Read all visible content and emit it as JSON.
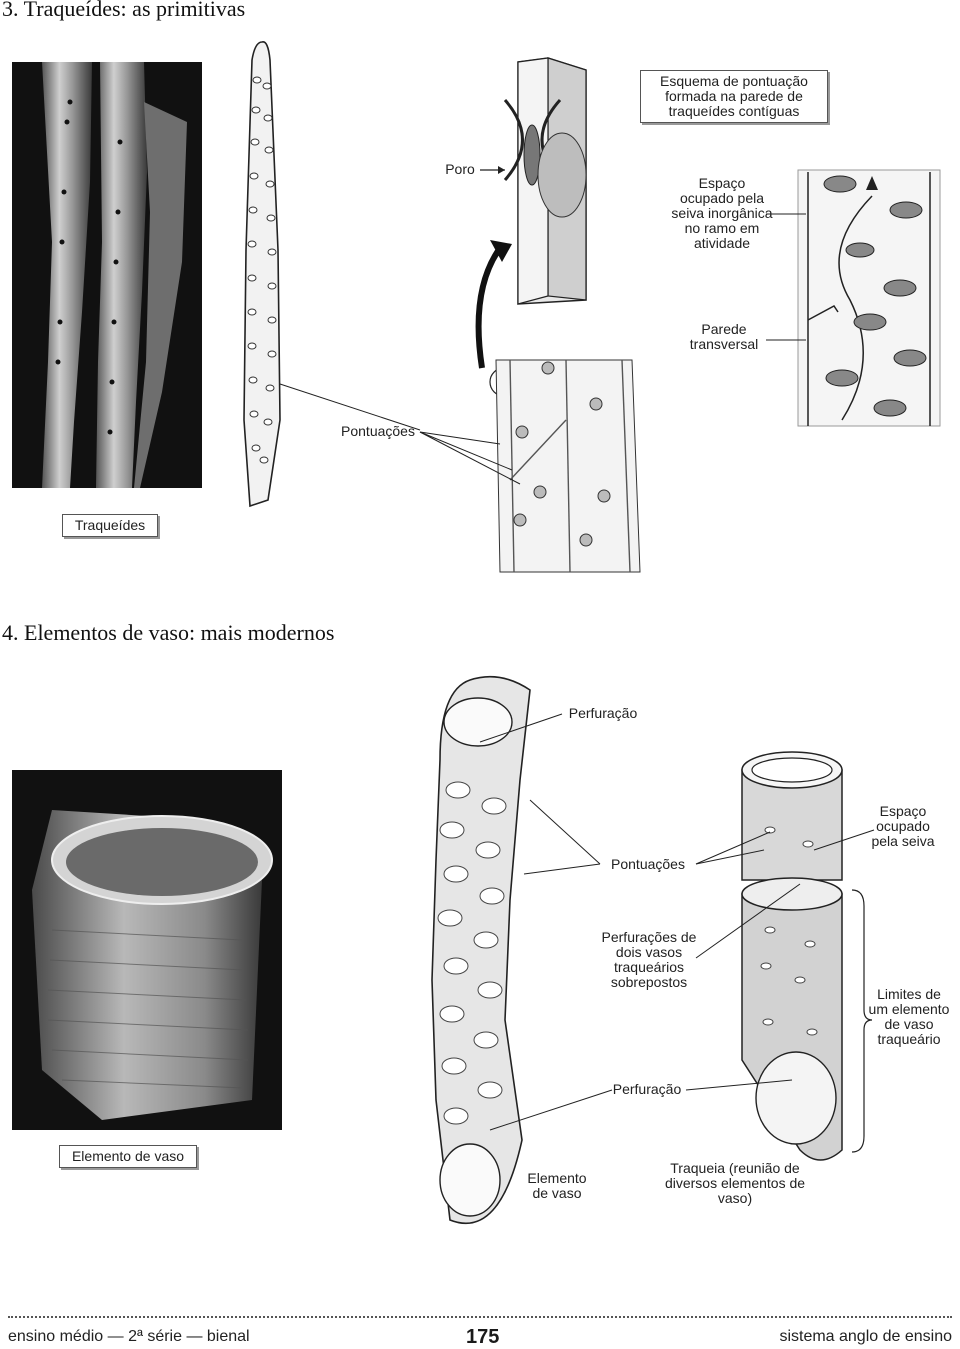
{
  "section3": {
    "title": "3. Traqueídes: as primitivas",
    "labels": {
      "esquema": "Esquema de pontuação formada na parede de traqueídes contíguas",
      "poro": "Poro",
      "espaco_seiva_inorganica": "Espaço ocupado pela seiva inorgânica no ramo em atividade",
      "parede_transversal": "Parede transversal",
      "pontuacoes": "Pontuações",
      "traqueides": "Traqueídes"
    }
  },
  "section4": {
    "title": "4. Elementos de vaso: mais modernos",
    "labels": {
      "perfuracao_top": "Perfuração",
      "pontuacoes": "Pontuações",
      "espaco_seiva": "Espaço ocupado pela seiva",
      "perfuracoes_sobrepostos": "Perfurações de dois vasos traqueários sobrepostos",
      "limites": "Limites de um elemento de vaso traqueário",
      "perfuracao_bottom": "Perfuração",
      "elemento_de_vaso_photo": "Elemento de vaso",
      "elemento_de_vaso": "Elemento de vaso",
      "traqueia": "Traqueia (reunião de diversos elementos de vaso)"
    }
  },
  "footer": {
    "left": "ensino médio — 2ª série — bienal",
    "page": "175",
    "right": "sistema anglo de ensino"
  }
}
